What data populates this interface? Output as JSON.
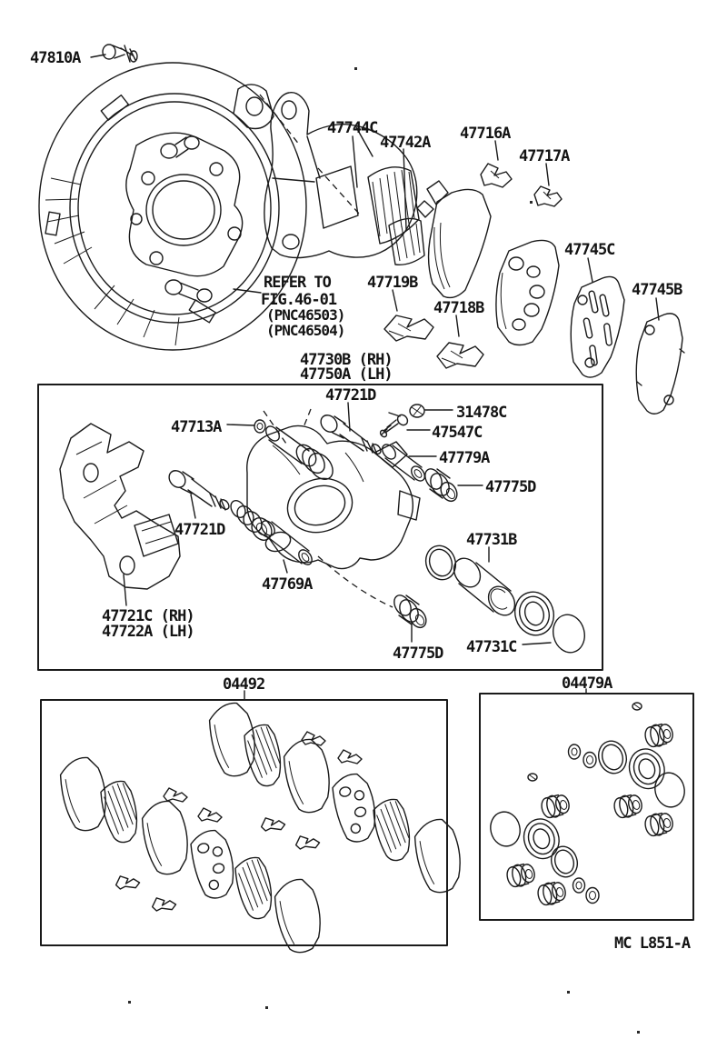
{
  "labels": {
    "anchor_bolt": "47810A",
    "bracket_upper": "47744C",
    "inner_shim": "47742A",
    "clip_a": "47716A",
    "clip_b": "47717A",
    "shim_c": "47745C",
    "shim_b": "47745B",
    "refer_line1": "REFER TO",
    "refer_line2": "FIG.46-01",
    "refer_line3": "(PNC46503)",
    "refer_line4": "(PNC46504)",
    "support_clip1": "47719B",
    "support_clip2": "47718B",
    "caliper_rh": "47730B (RH)",
    "caliper_lh": "47750A (LH)",
    "bolt_top": "47721D",
    "ring": "47713A",
    "cap": "31478C",
    "bleeder": "47547C",
    "bush_pin": "47779A",
    "bushing_top": "47775D",
    "piston": "47731B",
    "bolt_bottom": "47721D",
    "slide_pin": "47769A",
    "mount_rh": "47721C (RH)",
    "mount_lh": "47722A (LH)",
    "bushing_bottom": "47775D",
    "piston_boot": "47731C",
    "pad_kit": "04492",
    "seal_kit": "04479A",
    "sheet_code": "MC  L851-A"
  }
}
